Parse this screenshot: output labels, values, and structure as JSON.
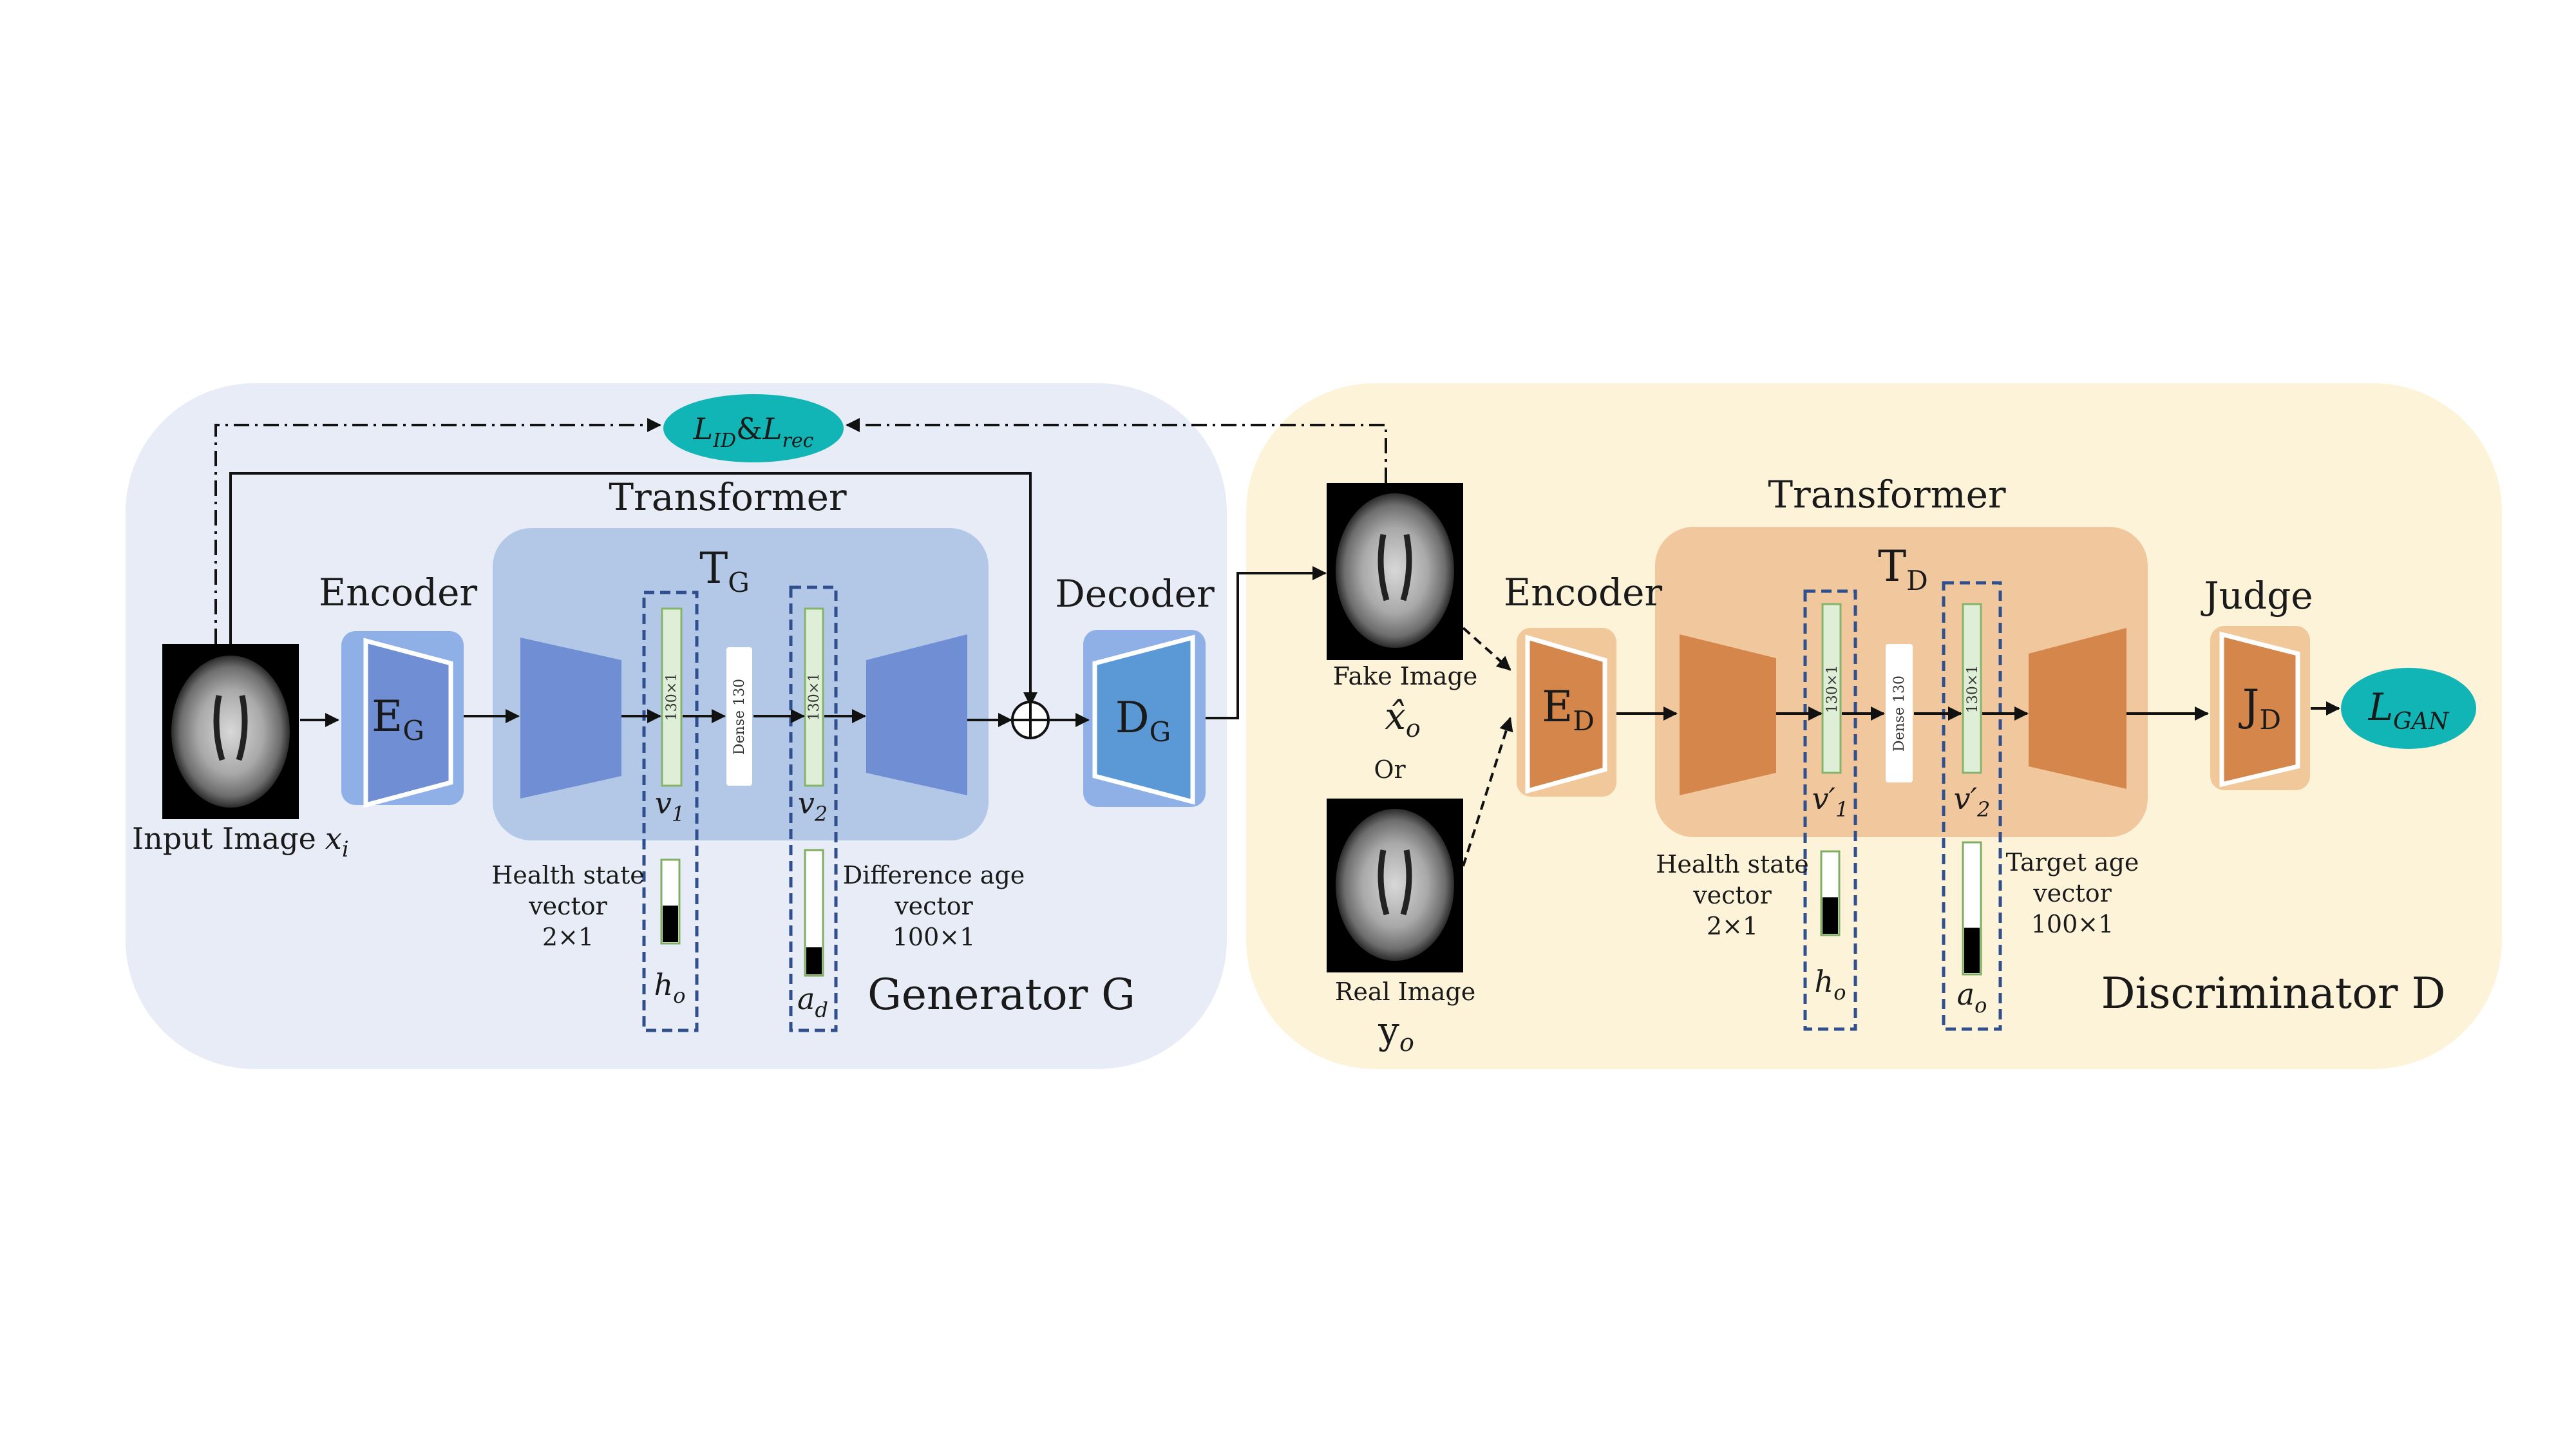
{
  "generator": {
    "title": "Generator G",
    "transformer_title": "Transformer",
    "t_main": "T",
    "t_sub": "G",
    "encoder_title": "Encoder",
    "e_main": "E",
    "e_sub": "G",
    "decoder_title": "Decoder",
    "d_main": "D",
    "d_sub": "G",
    "input_label": "Input Image",
    "input_var": "x",
    "input_var_sub": "i",
    "v1_main": "v",
    "v1_sub": "1",
    "v2_main": "v",
    "v2_sub": "2",
    "vec_dim": "130×1",
    "dense_label": "Dense 130",
    "health_label": [
      "Health state",
      "vector",
      "2×1"
    ],
    "age_label": [
      "Difference age",
      "vector",
      "100×1"
    ],
    "h_main": "h",
    "h_sub": "o",
    "a_main": "a",
    "a_sub": "d",
    "health_level": 0.45,
    "age_level": 0.22
  },
  "losses": {
    "id_rec": {
      "l1": "L",
      "s1": "ID",
      "amp": "&",
      "l2": "L",
      "s2": "rec"
    },
    "gan": {
      "l": "L",
      "s": "GAN"
    }
  },
  "discriminator": {
    "title": "Discriminator D",
    "transformer_title": "Transformer",
    "t_main": "T",
    "t_sub": "D",
    "encoder_title": "Encoder",
    "e_main": "E",
    "e_sub": "D",
    "judge_title": "Judge",
    "j_main": "J",
    "j_sub": "D",
    "fake_label": "Fake Image",
    "fake_var": "x̂",
    "fake_var_sub": "o",
    "or_label": "Or",
    "real_label": "Real Image",
    "real_var": "y",
    "real_var_sub": "o",
    "v1_main": "v′",
    "v1_sub": "1",
    "v2_main": "v′",
    "v2_sub": "2",
    "vec_dim": "130×1",
    "dense_label": "Dense 130",
    "health_label": [
      "Health state",
      "vector",
      "2×1"
    ],
    "age_label": [
      "Target age",
      "vector",
      "100×1"
    ],
    "h_main": "h",
    "h_sub": "o",
    "a_main": "a",
    "a_sub": "o",
    "health_level": 0.45,
    "age_level": 0.35
  },
  "colors": {
    "gen_bg": "#e7ecf6",
    "disc_bg": "#fdf3d9",
    "gen_block": "#b3c7e6",
    "gen_trap": "#6f8ed4",
    "gen_enc_bg": "#8fb0e6",
    "decoder_trap": "#5b99d6",
    "disc_block": "#f1c89d",
    "disc_trap": "#d5874b",
    "disc_enc_bg": "#f0c89a",
    "loss_fill": "#12b5b5",
    "dashed_box": "#2f4f8f"
  }
}
